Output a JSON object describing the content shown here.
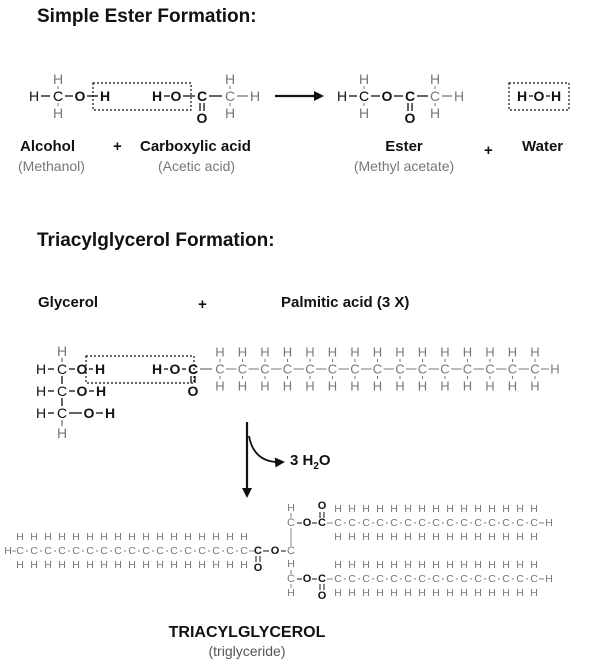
{
  "headings": {
    "simple": "Simple Ester Formation:",
    "tri": "Triacylglycerol Formation:"
  },
  "simple": {
    "alcohol": "Alcohol",
    "plus1": "+",
    "carboxylic": "Carboxylic acid",
    "methanol": "(Methanol)",
    "acetic": "(Acetic acid)",
    "ester": "Ester",
    "methyl_acetate": "(Methyl acetate)",
    "plus2": "+",
    "water": "Water"
  },
  "tri": {
    "glycerol": "Glycerol",
    "plus": "+",
    "palmitic": "Palmitic acid (3 X)",
    "water_out": "3 H",
    "water_sub": "2",
    "water_o": "O",
    "product": "TRIACYLGLYCEROL",
    "product_sub": "(triglyceride)"
  },
  "atoms": {
    "h": "H",
    "c": "C",
    "o": "O"
  },
  "colors": {
    "ink": "#111111",
    "faint": "#777777"
  }
}
